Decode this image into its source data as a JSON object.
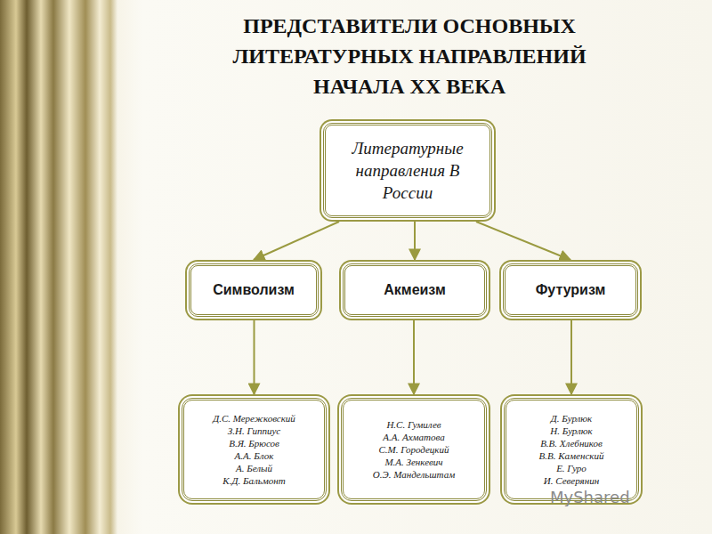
{
  "diagram": {
    "title": "ПРЕДСТАВИТЕЛИ ОСНОВНЫХ ЛИТЕРАТУРНЫХ НАПРАВЛЕНИЙ НАЧАЛА XX ВЕКА",
    "nodes": [
      {
        "text": [
          "Литературные направления В России"
        ]
      },
      {
        "text": [
          "Символизм"
        ]
      },
      {
        "text": [
          "Акмеизм"
        ]
      },
      {
        "text": [
          "Футуризм"
        ]
      },
      {
        "text": [
          "Д.С. Мережковский",
          "З.Н. Гиппиус",
          "В.Я. Брюсов",
          "А.А. Блок",
          "А. Белый",
          "К.Д. Бальмонт"
        ]
      },
      {
        "text": [
          "Н.С. Гумилев",
          "А.А. Ахматова",
          "С.М. Городецкий",
          "М.А. Зенкевич",
          "О.Э. Мандельштам"
        ]
      },
      {
        "text": [
          "Д. Бурлюк",
          "Н. Бурлюк",
          "В.В. Хлебников",
          "В.В. Каменский",
          "Е. Гуро",
          "И. Северянин"
        ]
      }
    ],
    "edges": [
      {
        "from": 0,
        "to": 1,
        "arrow": "to"
      },
      {
        "from": 0,
        "to": 2,
        "arrow": "to"
      },
      {
        "from": 0,
        "to": 3,
        "arrow": "to"
      },
      {
        "from": 1,
        "to": 4,
        "arrow": "to"
      },
      {
        "from": 2,
        "to": 5,
        "arrow": "to"
      },
      {
        "from": 3,
        "to": 6,
        "arrow": "to"
      }
    ],
    "labels": [
      "MyShared"
    ]
  }
}
